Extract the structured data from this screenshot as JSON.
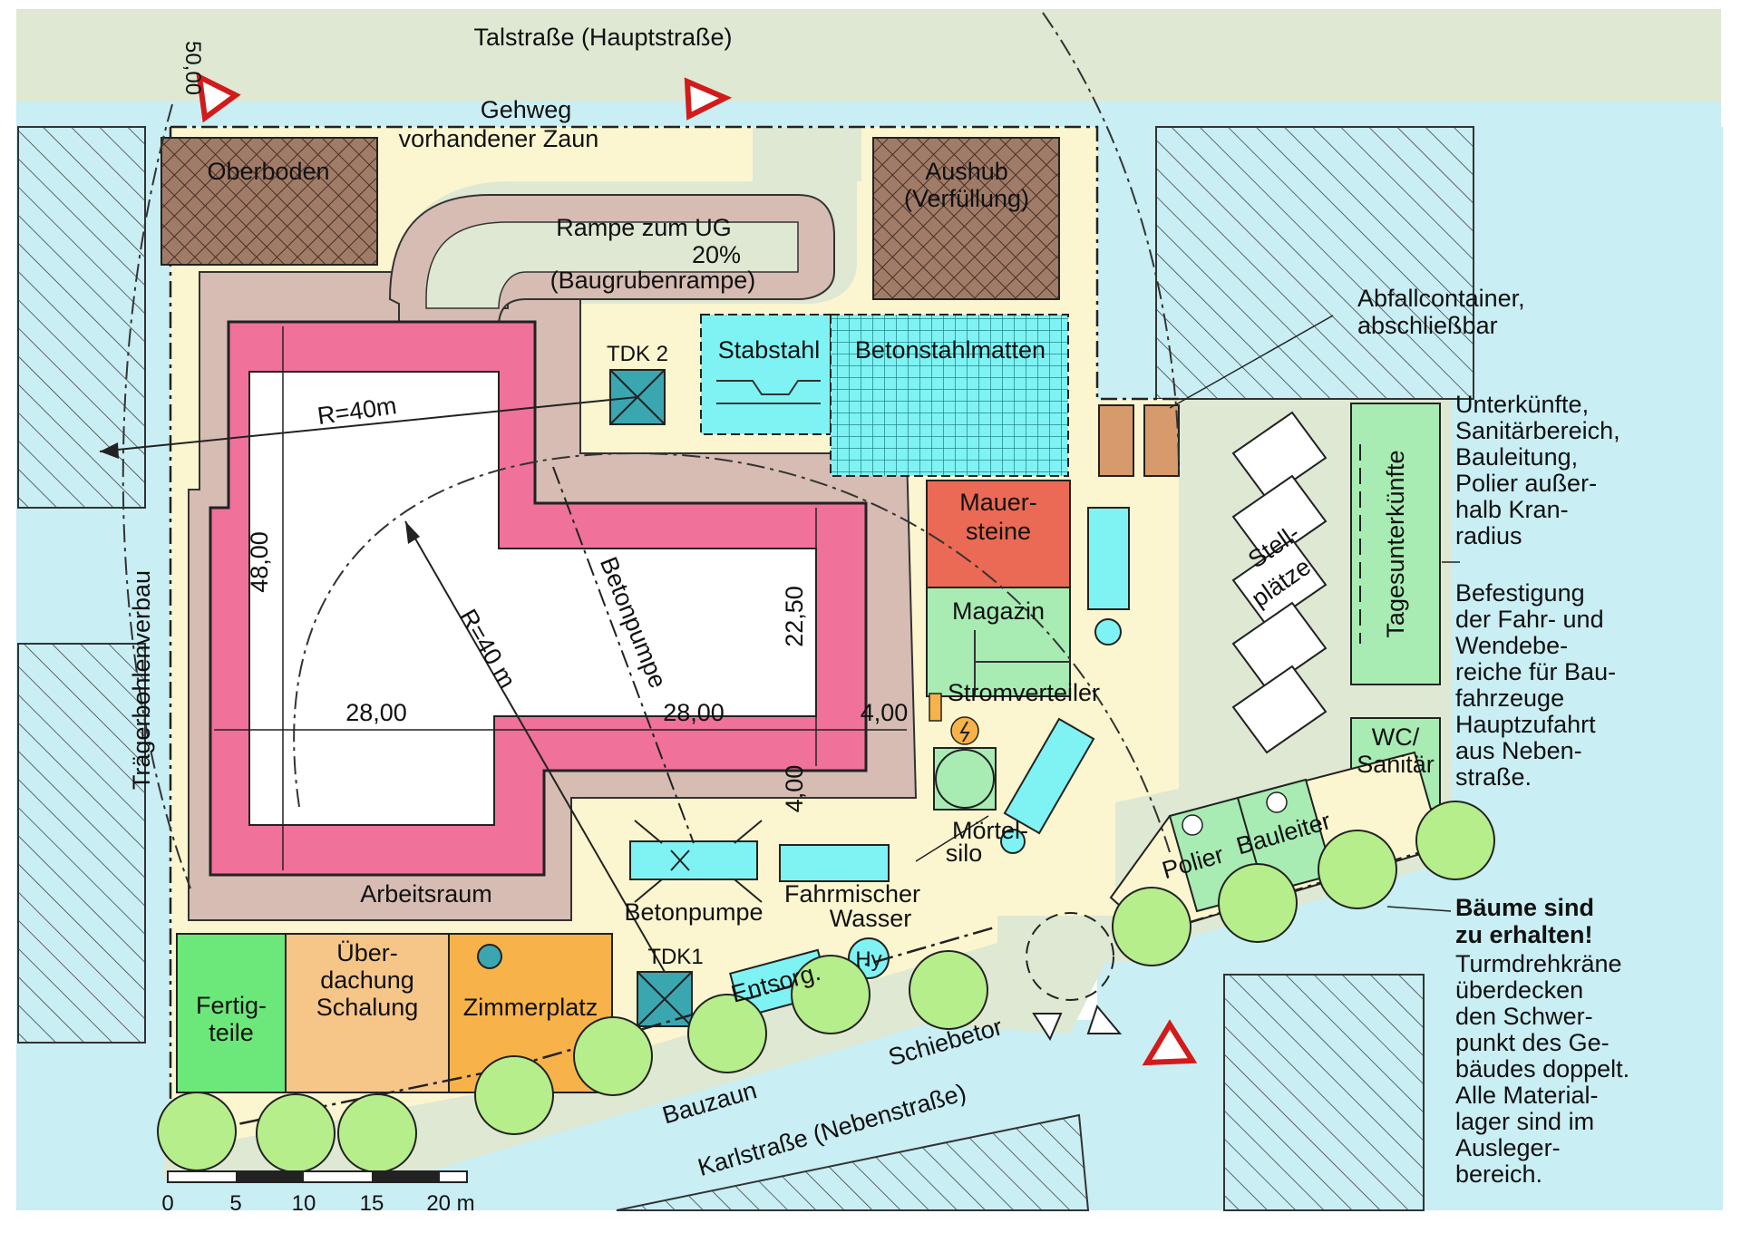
{
  "streets": {
    "main": "Talstraße (Hauptstraße)",
    "side": "Karlstraße (Nebenstraße)"
  },
  "site": {
    "sidewalk": "Gehweg",
    "existing_fence": "vorhandener Zaun",
    "ramp_line1": "Rampe zum UG",
    "ramp_line2": "20%",
    "ramp_line3": "(Baugrubenrampe)",
    "shoring": "Trägerbohlenverbau",
    "work_space": "Arbeitsraum",
    "construction_fence": "Bauzaun",
    "sliding_gate": "Schiebetor",
    "dimension_top": "50,00"
  },
  "storage": {
    "topsoil": "Oberboden",
    "excavation_line1": "Aushub",
    "excavation_line2": "(Verfüllung)",
    "rebar": "Stabstahl",
    "mesh": "Betonstahlmatten",
    "bricks_line1": "Mauer-",
    "bricks_line2": "steine",
    "magazine": "Magazin",
    "power": "Stromverteiler",
    "mortar_line1": "Mörtel-",
    "mortar_line2": "silo",
    "precast_line1": "Fertig-",
    "precast_line2": "teile",
    "formwork_line1": "Über-",
    "formwork_line2": "dachung",
    "formwork_line3": "Schalung",
    "carpentry": "Zimmerplatz",
    "disposal": "Entsorg.",
    "hydrant": "Hy"
  },
  "cranes": {
    "crane1": "TDK1",
    "crane2": "TDK 2",
    "radius1": "R=40m",
    "radius2": "R=40 m"
  },
  "equipment": {
    "pump_boom": "Betonpumpe",
    "pump": "Betonpumpe",
    "mixer": "Fahrmischer",
    "water": "Wasser"
  },
  "dimensions": {
    "d48": "48,00",
    "d28a": "28,00",
    "d28b": "28,00",
    "d2250": "22,50",
    "d4a": "4,00",
    "d4b": "4,00"
  },
  "facilities": {
    "parking_line1": "Stell-",
    "parking_line2": "plätze",
    "daily_quarters": "Tagesunterkünfte",
    "wc_line1": "WC/",
    "wc_line2": "Sanitär",
    "foreman": "Polier",
    "site_manager": "Bauleiter"
  },
  "notes": {
    "waste_line1": "Abfallcontainer,",
    "waste_line2": "abschließbar",
    "quarters_lines": [
      "Unterkünfte,",
      "Sanitärbereich,",
      "Bauleitung,",
      "Polier außer-",
      "halb Kran-",
      "radius"
    ],
    "paving_lines": [
      "Befestigung",
      "der Fahr- und",
      "Wendebe-",
      "reiche für Bau-",
      "fahrzeuge",
      "Hauptzufahrt",
      "aus Neben-",
      "straße."
    ],
    "trees_line1": "Bäume sind",
    "trees_line2": "zu erhalten!",
    "crane_note_lines": [
      "Turmdrehkräne",
      "überdecken",
      "den Schwer-",
      "punkt des Ge-",
      "bäudes doppelt.",
      "Alle Material-",
      "lager sind im",
      "Ausleger-",
      "bereich."
    ]
  },
  "scale": {
    "ticks": [
      "0",
      "5",
      "10",
      "15",
      "20 m"
    ]
  },
  "colors": {
    "road": "#dfe8d2",
    "water_blue": "#c9eef4",
    "site_yellow": "#fbf6cf",
    "building_pink": "#f0719a",
    "slope_brown": "#d6bcb2",
    "stockpile_brown": "#a07c68",
    "cyan": "#7ff3f3",
    "brick_red": "#ea6a55",
    "light_green": "#a8ecb4",
    "tree_green": "#b6ee8c",
    "precast_green": "#6ce87a",
    "formwork_tan": "#f6c688",
    "carpentry_orange": "#f8b24a",
    "container_orange": "#d69a6c"
  }
}
